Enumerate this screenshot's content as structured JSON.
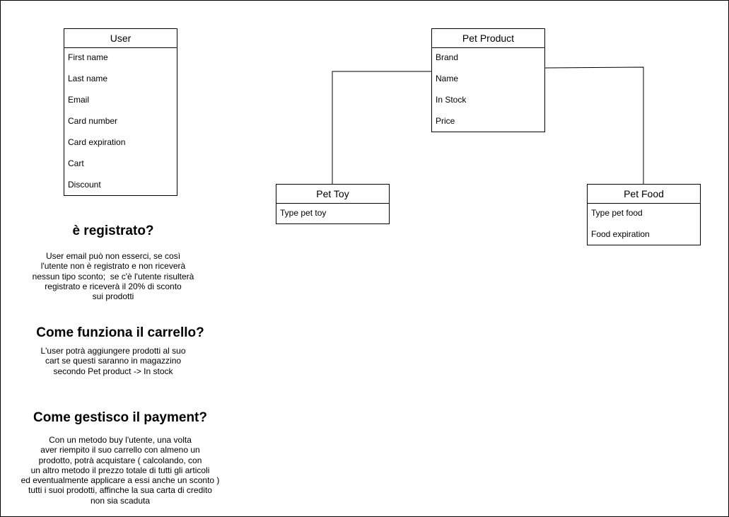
{
  "entities": {
    "user": {
      "name": "User",
      "attributes": [
        "First name",
        "Last name",
        "Email",
        "Card number",
        "Card expiration",
        "Cart",
        "Discount"
      ]
    },
    "pet_product": {
      "name": "Pet Product",
      "attributes": [
        "Brand",
        "Name",
        "In Stock",
        "Price"
      ]
    },
    "pet_toy": {
      "name": "Pet Toy",
      "attributes": [
        "Type pet toy"
      ]
    },
    "pet_food": {
      "name": "Pet Food",
      "attributes": [
        "Type pet food",
        "Food expiration"
      ]
    }
  },
  "notes": [
    {
      "heading": "è registrato?",
      "lines": [
        "User email può non esserci, se così",
        "l'utente non è registrato e non riceverà",
        "nessun tipo sconto;  se c'è l'utente risulterà",
        "registrato e riceverà il 20% di sconto",
        "sui prodotti"
      ]
    },
    {
      "heading": "Come funziona il carrello?",
      "lines": [
        "L'user potrà aggiungere prodotti al suo",
        "cart se questi saranno in magazzino",
        "secondo Pet product -> In stock"
      ]
    },
    {
      "heading": "Come gestisco il payment?",
      "lines": [
        "Con un metodo buy l'utente, una volta",
        "aver riempito il suo carrello con almeno un",
        "prodotto, potrà acquistare ( calcolando, con",
        "un altro metodo il prezzo totale di tutti gli articoli",
        "ed eventualmente applicare a essi anche un sconto )",
        "tutti i suoi prodotti, affinche la sua carta di credito",
        "non sia scaduta"
      ]
    }
  ]
}
